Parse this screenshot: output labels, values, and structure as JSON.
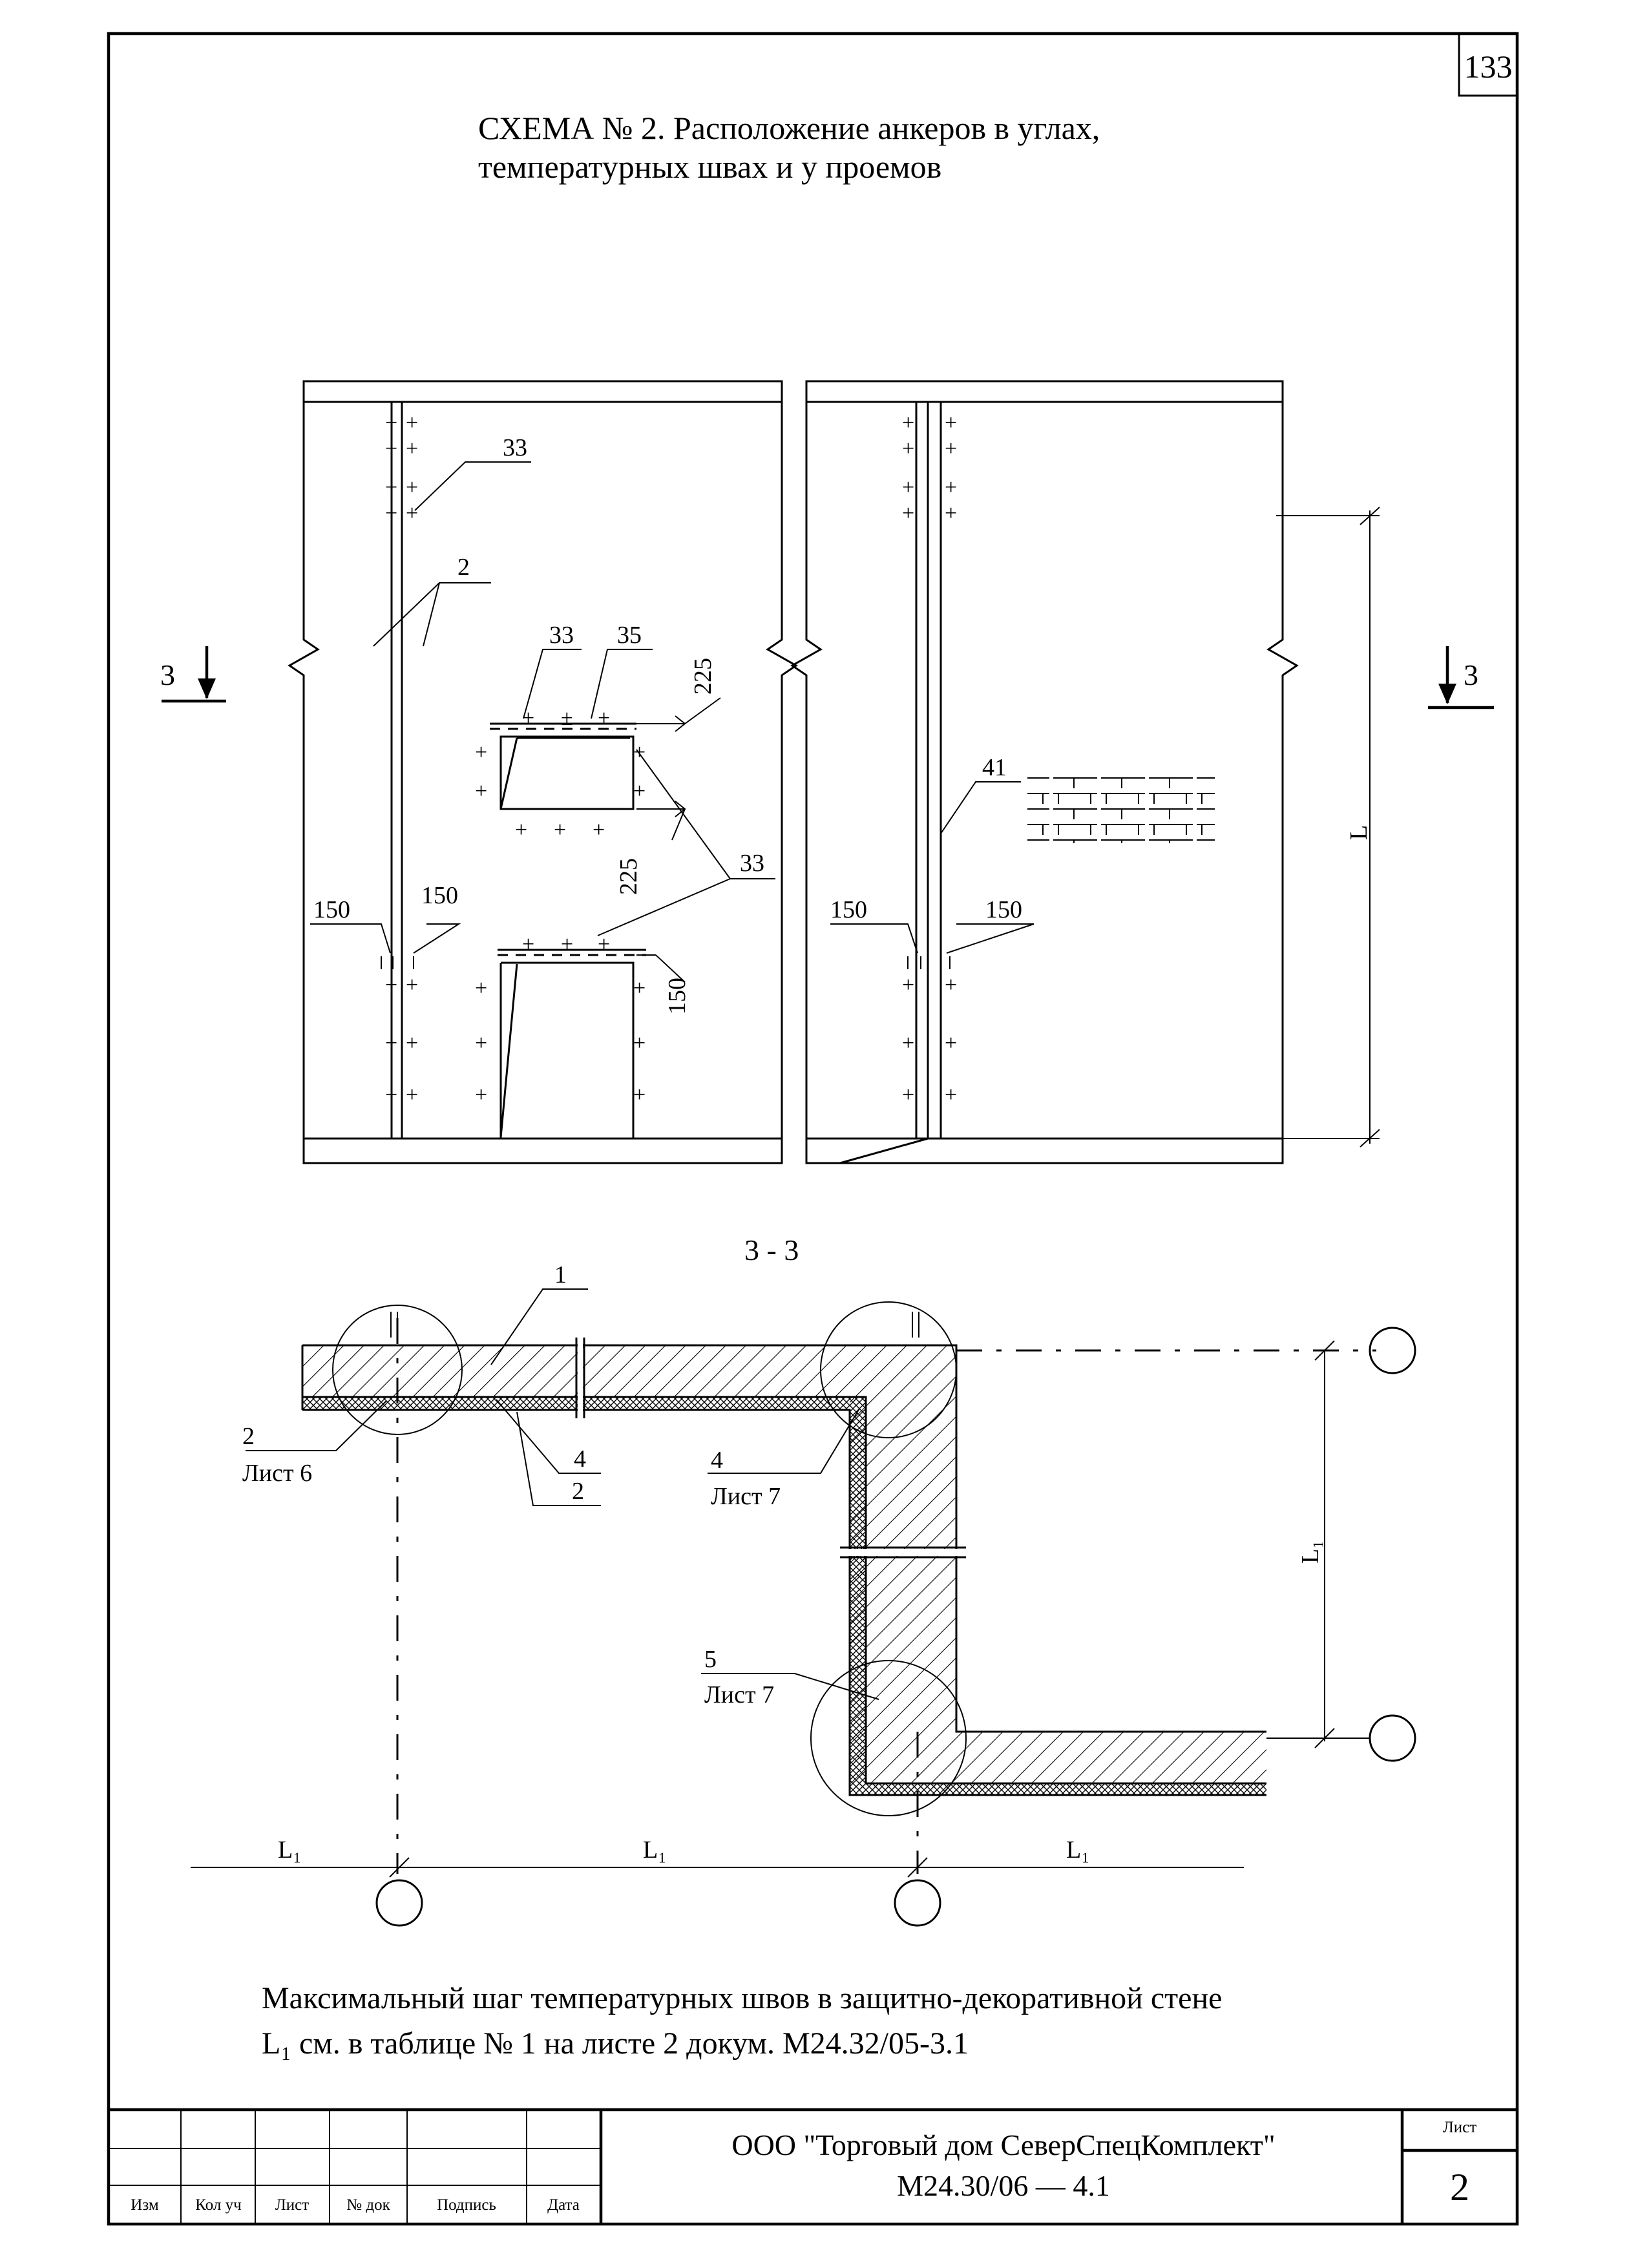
{
  "page_number": "133",
  "title": {
    "line1": "СХЕМА № 2. Расположение анкеров в углах,",
    "line2": "температурных швах и у проемов"
  },
  "elevation": {
    "section_mark": "3",
    "labels": {
      "a33_top": "33",
      "a2": "2",
      "a33_window": "33",
      "a35": "35",
      "d225_top": "225",
      "d225_bottom": "225",
      "a33_right": "33",
      "d150_left": "150",
      "d150_right": "150",
      "d150_door": "150",
      "r150_left": "150",
      "r150_right": "150",
      "a41": "41",
      "dim_L": "L"
    }
  },
  "section": {
    "title": "3 - 3",
    "labels": {
      "a1": "1",
      "c2_num": "2",
      "c2_sheet": "Лист 6",
      "a4": "4",
      "a2b": "2",
      "c4_num": "4",
      "c4_sheet": "Лист 7",
      "c5_num": "5",
      "c5_sheet": "Лист 7",
      "L1_vert": "L₁",
      "L1_a": "L₁",
      "L1_b": "L₁",
      "L1_c": "L₁"
    }
  },
  "note": {
    "line1": "Максимальный шаг температурных швов в защитно-декоративной стене",
    "line2": "L₁ см. в таблице № 1 на листе 2 докум. М24.32/05-3.1"
  },
  "stamp": {
    "col_izm": "Изм",
    "col_kol": "Кол уч",
    "col_list": "Лист",
    "col_ndok": "№ док",
    "col_podpis": "Подпись",
    "col_data": "Дата",
    "company": "ООО \"Торговый дом СеверСпецКомплект\"",
    "doc_code": "М24.30/06 — 4.1",
    "sheet_label": "Лист",
    "sheet_number": "2"
  }
}
